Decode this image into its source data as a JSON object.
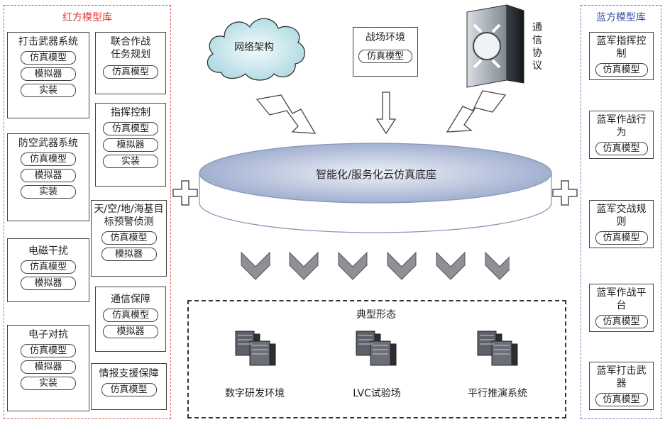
{
  "red_library": {
    "title": "红方模型库",
    "cards": [
      {
        "title": "打击武器系统",
        "items": [
          "仿真模型",
          "模拟器",
          "实装"
        ]
      },
      {
        "title": "联合作战任务规划",
        "items": [
          "仿真模型"
        ]
      },
      {
        "title": "指挥控制",
        "items": [
          "仿真模型",
          "模拟器",
          "实装"
        ]
      },
      {
        "title": "防空武器系统",
        "items": [
          "仿真模型",
          "模拟器",
          "实装"
        ]
      },
      {
        "title": "天/空/地/海基目标预警侦测",
        "items": [
          "仿真模型",
          "模拟器"
        ]
      },
      {
        "title": "电磁干扰",
        "items": [
          "仿真模型",
          "模拟器"
        ]
      },
      {
        "title": "通信保障",
        "items": [
          "仿真模型",
          "模拟器"
        ]
      },
      {
        "title": "电子对抗",
        "items": [
          "仿真模型",
          "模拟器",
          "实装"
        ]
      },
      {
        "title": "情报支援保障",
        "items": [
          "仿真模型"
        ]
      }
    ]
  },
  "blue_library": {
    "title": "蓝方模型库",
    "cards": [
      {
        "title": "蓝军指挥控制",
        "items": [
          "仿真模型"
        ]
      },
      {
        "title": "蓝军作战行为",
        "items": [
          "仿真模型"
        ]
      },
      {
        "title": "蓝军交战规则",
        "items": [
          "仿真模型"
        ]
      },
      {
        "title": "蓝军作战平台",
        "items": [
          "仿真模型"
        ]
      },
      {
        "title": "蓝军打击武器",
        "items": [
          "仿真模型"
        ]
      }
    ]
  },
  "inputs": {
    "network": "网络架构",
    "battlefield": {
      "title": "战场环境",
      "item": "仿真模型"
    },
    "protocol": "通信协议"
  },
  "platform": {
    "title": "智能化/服务化云仿真底座"
  },
  "forms": {
    "title": "典型形态",
    "items": [
      "数字研发环境",
      "LVC试验场",
      "平行推演系统"
    ]
  }
}
